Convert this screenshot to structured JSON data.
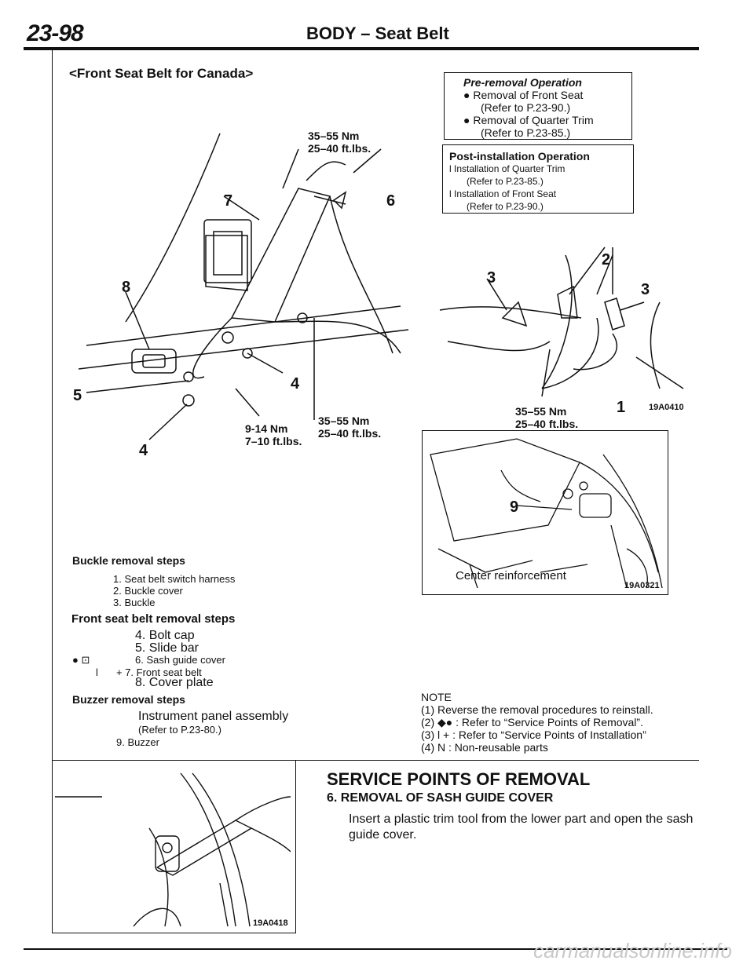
{
  "header": {
    "page_number": "23-98",
    "section": "BODY – Seat Belt"
  },
  "subheading": "<Front Seat Belt for Canada>",
  "pre_removal": {
    "title": "Pre-removal Operation",
    "lines": [
      "● Removal of Front Seat",
      "(Refer to P.23-90.)",
      "● Removal of Quarter Trim",
      "(Refer to P.23-85.)"
    ]
  },
  "post_install": {
    "title": "Post-installation Operation",
    "lines": [
      "l  Installation of Quarter Trim",
      "(Refer to P.23-85.)",
      "l  Installation of Front Seat",
      "(Refer to P.23-90.)"
    ]
  },
  "diagram1": {
    "torque_top": [
      "35–55 Nm",
      "25–40 ft.lbs."
    ],
    "torque_mid": [
      "35–55 Nm",
      "25–40 ft.lbs."
    ],
    "torque_low": [
      "9-14  Nm",
      "7–10 ft.lbs."
    ],
    "labels": {
      "l7": "7",
      "l6": "6",
      "l8": "8",
      "l5": "5",
      "l4a": "4",
      "l4b": "4"
    }
  },
  "diagram2": {
    "torque": [
      "35–55 Nm",
      "25–40 ft.lbs."
    ],
    "labels": {
      "l3a": "3",
      "l2": "2",
      "l3b": "3",
      "l1": "1"
    },
    "code": "19A0410"
  },
  "diagram3": {
    "label9": "9",
    "caption": "Center reinforcement",
    "code": "19A0321"
  },
  "diagram4": {
    "code": "19A0418"
  },
  "buckle": {
    "title": "Buckle removal steps",
    "items": [
      "1. Seat belt switch harness",
      "2. Buckle cover",
      "3. Buckle"
    ]
  },
  "front_belt": {
    "title": "Front seat belt removal steps",
    "items": [
      "4. Bolt cap",
      "5. Slide bar",
      "6. Sash guide cover",
      "+ 7. Front seat belt",
      "8. Cover plate"
    ],
    "marks": [
      "● ⊡",
      "l"
    ]
  },
  "buzzer": {
    "title": "Buzzer removal steps",
    "items": [
      "Instrument panel assembly",
      "(Refer to P.23-80.)",
      "9. Buzzer"
    ]
  },
  "note": {
    "title": "NOTE",
    "lines": [
      "(1) Reverse the removal procedures to reinstall.",
      "(2) ◆● : Refer to “Service Points of Removal”.",
      "(3) l  + : Refer to “Service Points of Installation”",
      "(4) N : Non-reusable parts"
    ]
  },
  "service": {
    "heading": "SERVICE POINTS OF REMOVAL",
    "subheading": "6. REMOVAL OF SASH GUIDE COVER",
    "body": "Insert a plastic trim tool from the lower part and open the sash guide cover."
  },
  "watermark": "carmanualsonline.info"
}
